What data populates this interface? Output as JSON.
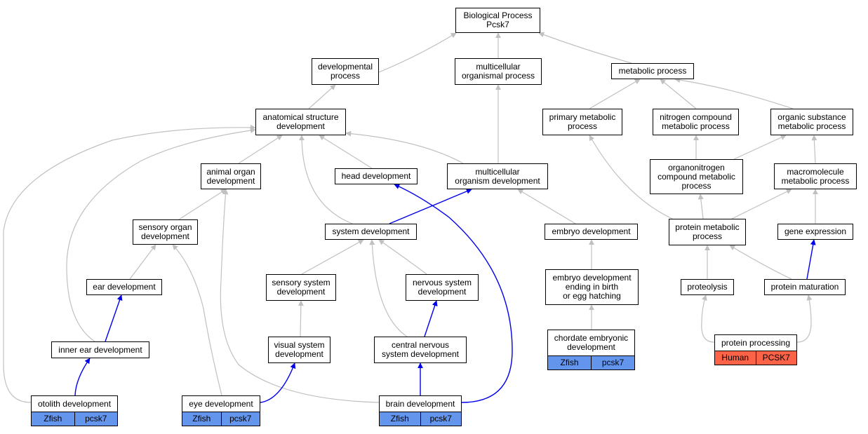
{
  "colors": {
    "edge_default": "#c0c0c0",
    "edge_highlight": "#0000ee",
    "zfish_fill": "#6495ed",
    "human_fill": "#ff6347"
  },
  "nodes": {
    "bp": {
      "label": "Biological Process\nPcsk7"
    },
    "devproc": {
      "label": "developmental\nprocess"
    },
    "mcop": {
      "label": "multicellular\norganismal process"
    },
    "metab": {
      "label": "metabolic process"
    },
    "asd": {
      "label": "anatomical structure\ndevelopment"
    },
    "pmp": {
      "label": "primary metabolic\nprocess"
    },
    "ncmp": {
      "label": "nitrogen compound\nmetabolic process"
    },
    "osmp": {
      "label": "organic substance\nmetabolic process"
    },
    "aod": {
      "label": "animal organ\ndevelopment"
    },
    "hd": {
      "label": "head development"
    },
    "mod": {
      "label": "multicellular\norganism development"
    },
    "oncmp": {
      "label": "organonitrogen\ncompound metabolic\nprocess"
    },
    "mmp": {
      "label": "macromolecule\nmetabolic process"
    },
    "sod": {
      "label": "sensory organ\ndevelopment"
    },
    "sd": {
      "label": "system development"
    },
    "ed": {
      "label": "embryo development"
    },
    "prmp": {
      "label": "protein metabolic\nprocess"
    },
    "ge": {
      "label": "gene expression"
    },
    "eard": {
      "label": "ear development"
    },
    "ssd": {
      "label": "sensory system\ndevelopment"
    },
    "nsd": {
      "label": "nervous system\ndevelopment"
    },
    "edeb": {
      "label": "embryo development\nending in birth\nor egg hatching"
    },
    "prot": {
      "label": "proteolysis"
    },
    "pm": {
      "label": "protein maturation"
    },
    "ied": {
      "label": "inner ear development"
    },
    "vsd": {
      "label": "visual system\ndevelopment"
    },
    "cnsd": {
      "label": "central nervous\nsystem development"
    },
    "ced": {
      "label": "chordate embryonic\ndevelopment",
      "species": "Zfish",
      "gene": "pcsk7"
    },
    "pp": {
      "label": "protein processing",
      "species": "Human",
      "gene": "PCSK7"
    },
    "otd": {
      "label": "otolith development",
      "species": "Zfish",
      "gene": "pcsk7"
    },
    "eyed": {
      "label": "eye development",
      "species": "Zfish",
      "gene": "pcsk7"
    },
    "bd": {
      "label": "brain development",
      "species": "Zfish",
      "gene": "pcsk7"
    }
  },
  "edges": [
    {
      "from": "devproc",
      "to": "bp"
    },
    {
      "from": "mcop",
      "to": "bp"
    },
    {
      "from": "metab",
      "to": "bp"
    },
    {
      "from": "asd",
      "to": "devproc"
    },
    {
      "from": "mod",
      "to": "mcop"
    },
    {
      "from": "pmp",
      "to": "metab"
    },
    {
      "from": "ncmp",
      "to": "metab"
    },
    {
      "from": "osmp",
      "to": "metab"
    },
    {
      "from": "aod",
      "to": "asd"
    },
    {
      "from": "hd",
      "to": "asd"
    },
    {
      "from": "mod",
      "to": "asd"
    },
    {
      "from": "sd",
      "to": "asd"
    },
    {
      "from": "ied",
      "to": "asd"
    },
    {
      "from": "otd",
      "to": "asd"
    },
    {
      "from": "sod",
      "to": "aod"
    },
    {
      "from": "bd",
      "to": "aod"
    },
    {
      "from": "sd",
      "to": "mod",
      "highlight": true
    },
    {
      "from": "ed",
      "to": "mod"
    },
    {
      "from": "bd",
      "to": "hd",
      "highlight": true
    },
    {
      "from": "oncmp",
      "to": "ncmp"
    },
    {
      "from": "oncmp",
      "to": "osmp"
    },
    {
      "from": "mmp",
      "to": "osmp"
    },
    {
      "from": "prmp",
      "to": "pmp"
    },
    {
      "from": "prmp",
      "to": "oncmp"
    },
    {
      "from": "prmp",
      "to": "mmp"
    },
    {
      "from": "ge",
      "to": "mmp"
    },
    {
      "from": "eard",
      "to": "sod"
    },
    {
      "from": "eyed",
      "to": "sod"
    },
    {
      "from": "ssd",
      "to": "sd"
    },
    {
      "from": "nsd",
      "to": "sd"
    },
    {
      "from": "cnsd",
      "to": "sd"
    },
    {
      "from": "edeb",
      "to": "ed"
    },
    {
      "from": "prot",
      "to": "prmp"
    },
    {
      "from": "pm",
      "to": "prmp"
    },
    {
      "from": "pm",
      "to": "ge",
      "highlight": true
    },
    {
      "from": "ied",
      "to": "eard",
      "highlight": true
    },
    {
      "from": "vsd",
      "to": "ssd"
    },
    {
      "from": "cnsd",
      "to": "nsd",
      "highlight": true
    },
    {
      "from": "ced",
      "to": "edeb"
    },
    {
      "from": "pp",
      "to": "prot"
    },
    {
      "from": "pp",
      "to": "pm"
    },
    {
      "from": "otd",
      "to": "ied",
      "highlight": true
    },
    {
      "from": "eyed",
      "to": "vsd",
      "highlight": true
    },
    {
      "from": "bd",
      "to": "cnsd",
      "highlight": true
    }
  ]
}
